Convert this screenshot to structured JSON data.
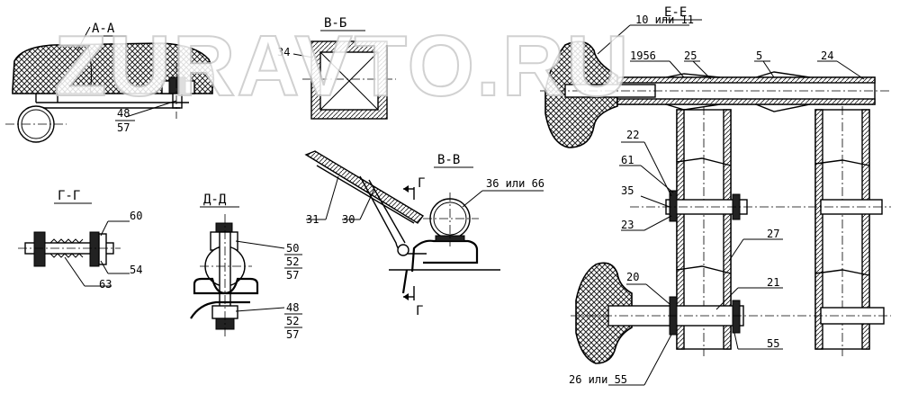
{
  "watermark": "ZURAVTO.RU",
  "sections": {
    "aa": "А-А",
    "bb": "В-Б",
    "vv": "В-В",
    "gg": "Г-Г",
    "dd": "Д-Д",
    "ee": "Е-Е"
  },
  "cut_marks": {
    "top": "Г",
    "bottom": "Г"
  },
  "labels": {
    "aa_48": "48",
    "aa_57": "57",
    "bb_34": "34",
    "ee_10_11": "10 или 11",
    "ee_1956": "1956",
    "ee_25": "25",
    "ee_5": "5",
    "ee_24": "24",
    "ee_22": "22",
    "ee_61": "61",
    "ee_35": "35",
    "ee_23": "23",
    "ee_27": "27",
    "ee_20": "20",
    "ee_21": "21",
    "ee_55": "55",
    "ee_26_55": "26 или 55",
    "vv_36_66": "36 или 66",
    "vv_31": "31",
    "vv_30": "30",
    "gg_60": "60",
    "gg_54": "54",
    "gg_63": "63",
    "dd_50": "50",
    "dd_52a": "52",
    "dd_57a": "57",
    "dd_48": "48",
    "dd_52b": "52",
    "dd_57b": "57"
  }
}
